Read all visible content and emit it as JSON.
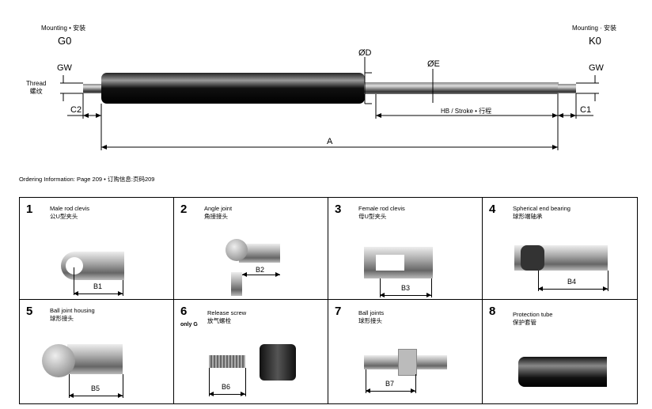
{
  "diagram": {
    "left_mounting": {
      "label": "Mounting • 安装",
      "code": "G0"
    },
    "right_mounting": {
      "label": "Mounting · 安装",
      "code": "K0"
    },
    "thread_label": "Thread",
    "thread_label_cn": "螺纹",
    "gw_left": "GW",
    "gw_right": "GW",
    "c1": "C1",
    "c2": "C2",
    "od": "ØD",
    "oe": "ØE",
    "stroke": "HB / Stroke • 行程",
    "a": "A"
  },
  "ordering_info": "Ordering Information: Page 209 • 订购信息:页码209",
  "options": [
    {
      "num": "1",
      "en": "Male rod clevis",
      "cn": "公U型夹头",
      "dim": "B1"
    },
    {
      "num": "2",
      "en": "Angle joint",
      "cn": "角接接头",
      "dim": "B2"
    },
    {
      "num": "3",
      "en": "Female rod clevis",
      "cn": "母U型夹头",
      "dim": "B3"
    },
    {
      "num": "4",
      "en": "Spherical end bearing",
      "cn": "球形端轴承",
      "dim": "B4"
    },
    {
      "num": "5",
      "en": "Ball joint housing",
      "cn": "球形接头",
      "dim": "B5"
    },
    {
      "num": "6",
      "sub": "only G",
      "en": "Release screw",
      "cn": "放气螺栓",
      "dim": "B6"
    },
    {
      "num": "7",
      "en": "Ball joints",
      "cn": "球形接头",
      "dim": "B7"
    },
    {
      "num": "8",
      "en": "Protection tube",
      "cn": "保护套管"
    }
  ]
}
